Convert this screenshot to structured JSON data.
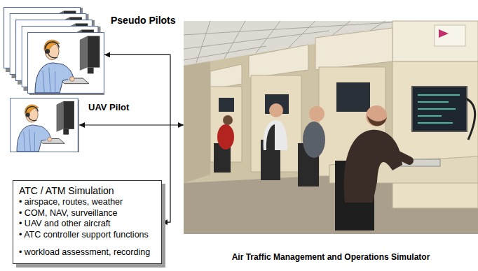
{
  "diagram": {
    "nodes": [
      {
        "text": [
          "Pseudo Pilots"
        ]
      },
      {
        "text": [
          "UAV Pilot"
        ]
      },
      {
        "text": [
          "ATC / ATM Simulation",
          "• airspace, routes, weather",
          "• COM, NAV, surveillance",
          "• UAV and other aircraft",
          "• ATC controller support functions",
          "• workload assessment, recording"
        ]
      },
      {
        "text": [
          "Air Traffic Management and Operations Simulator"
        ]
      }
    ],
    "edges": [
      {
        "from": 0,
        "to": 2,
        "arrow": "both"
      },
      {
        "from": 1,
        "to": 3,
        "arrow": "both"
      }
    ]
  }
}
